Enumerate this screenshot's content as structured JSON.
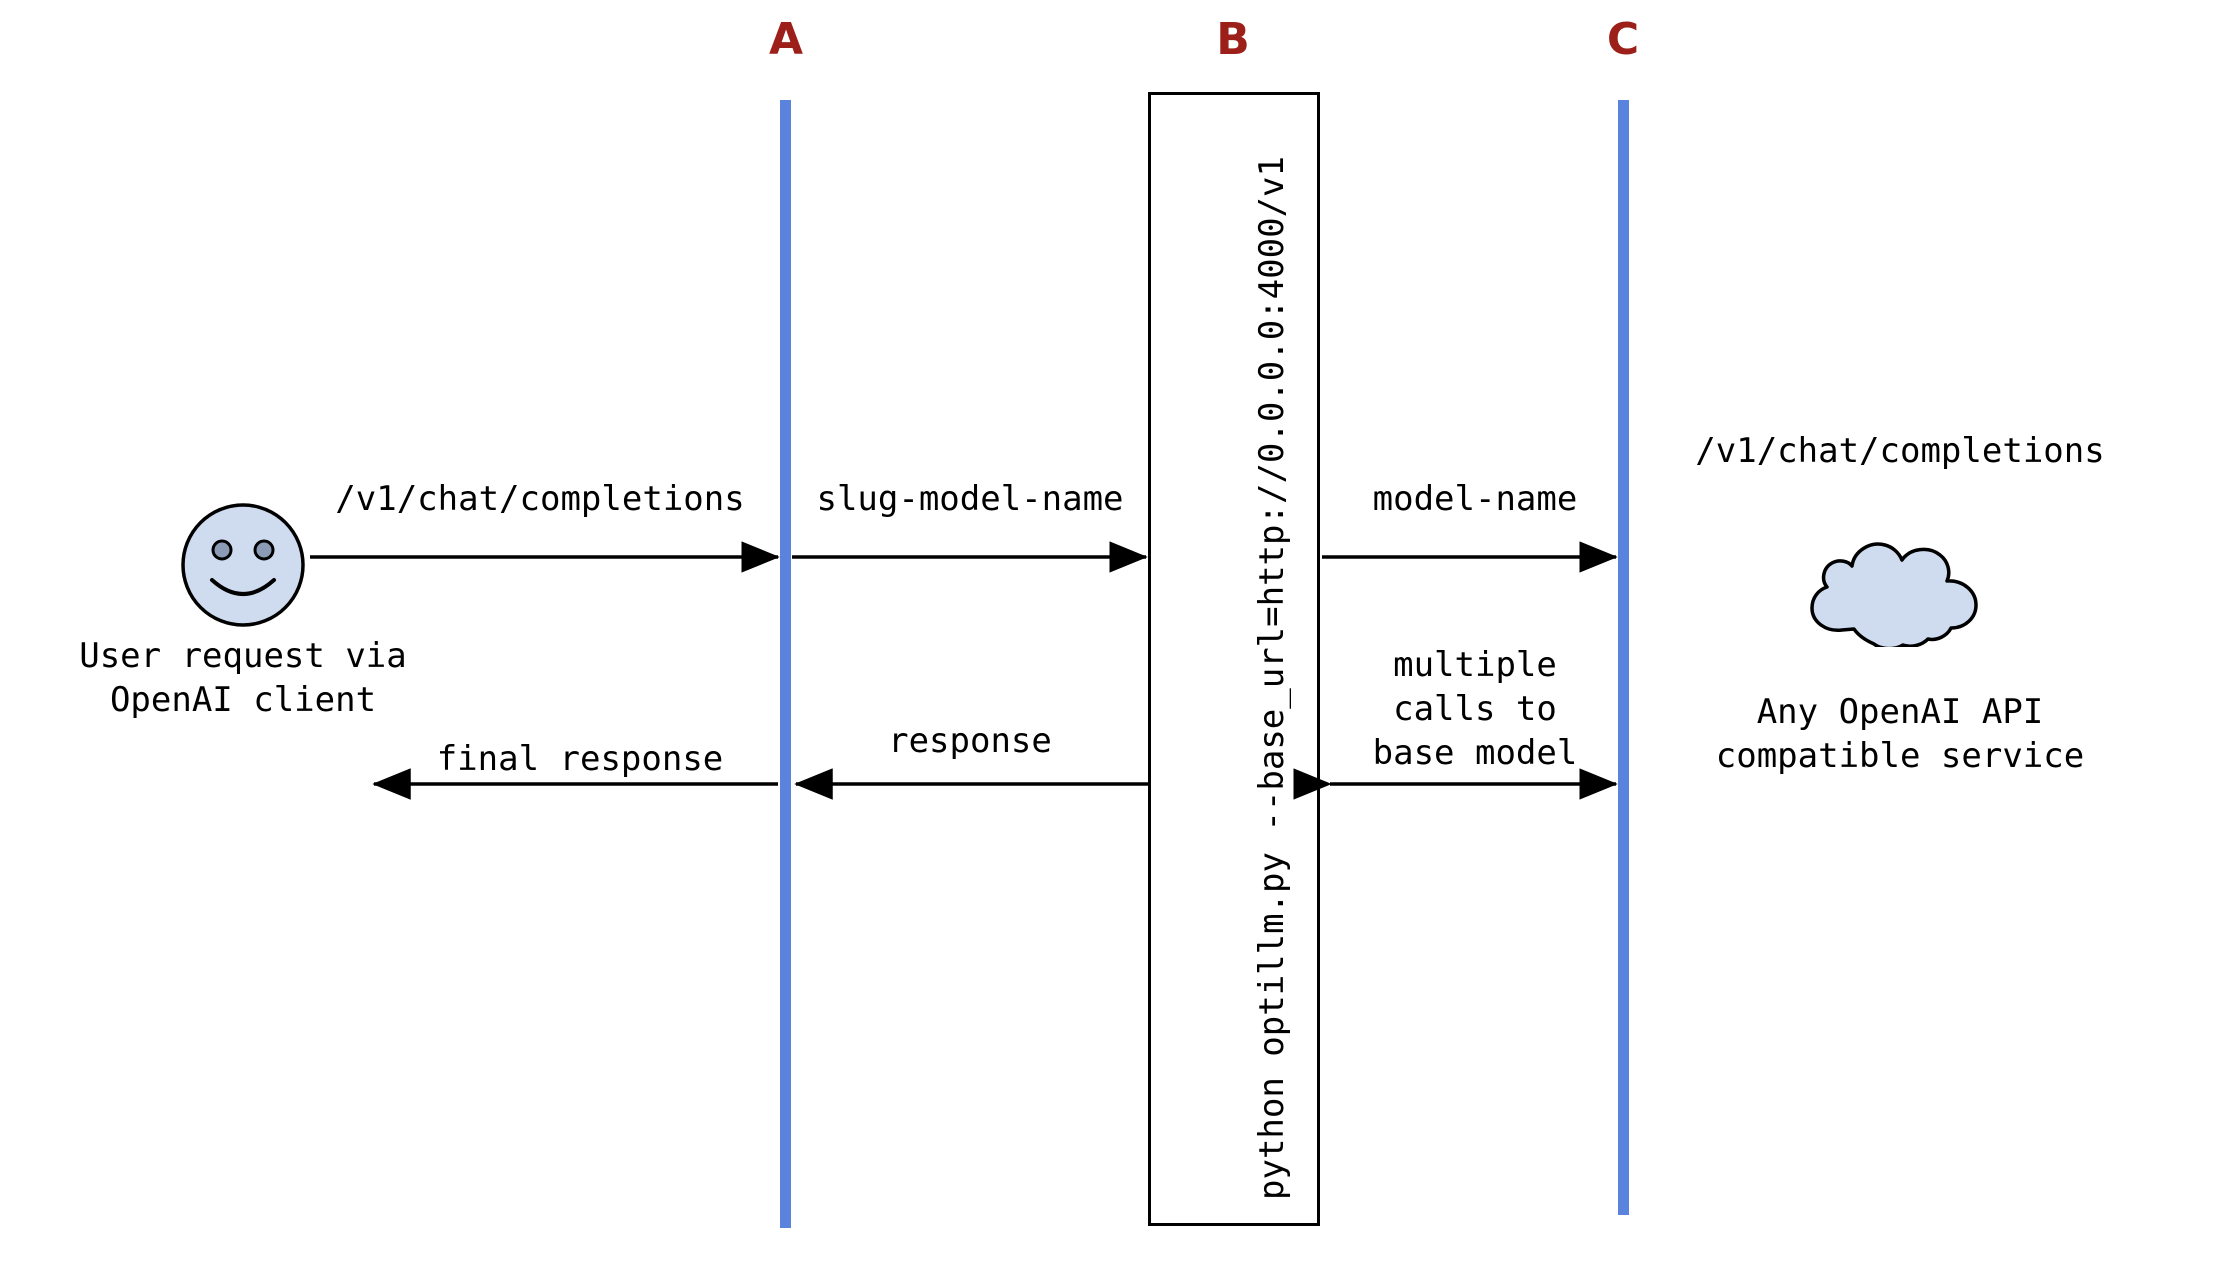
{
  "diagram": {
    "type": "sequence-diagram",
    "title_visible": false,
    "background": "#ffffff",
    "colors": {
      "lifeline_blue": "#5a83dd",
      "participant_label": "#9c2019",
      "node_fill": "#cfdcf0",
      "stroke": "#000000"
    }
  },
  "participants": [
    {
      "id": "A",
      "label": "A"
    },
    {
      "id": "B",
      "label": "B"
    },
    {
      "id": "C",
      "label": "C"
    }
  ],
  "proxy_box": {
    "text": "python optillm.py --base_url=http://0.0.0.0:4000/v1"
  },
  "nodes": {
    "user": {
      "icon": "smiley-face-icon",
      "caption_line1": "User request via",
      "caption_line2": "OpenAI client"
    },
    "service": {
      "icon": "cloud-icon",
      "endpoint": "/v1/chat/completions",
      "caption_line1": "Any OpenAI API",
      "caption_line2": "compatible service"
    }
  },
  "messages": [
    {
      "id": "user-to-a",
      "label": "/v1/chat/completions",
      "direction": "right",
      "from": "user",
      "to": "A"
    },
    {
      "id": "a-to-b",
      "label": "slug-model-name",
      "direction": "right",
      "from": "A",
      "to": "B"
    },
    {
      "id": "b-to-c",
      "label": "model-name",
      "direction": "right",
      "from": "B",
      "to": "C"
    },
    {
      "id": "b-c-multiple",
      "label_line1": "multiple",
      "label_line2": "calls to",
      "label_line3": "base model",
      "direction": "both",
      "from": "B",
      "to": "C"
    },
    {
      "id": "b-to-a",
      "label": "response",
      "direction": "left",
      "from": "B",
      "to": "A"
    },
    {
      "id": "a-to-user",
      "label": "final response",
      "direction": "left",
      "from": "A",
      "to": "user"
    }
  ]
}
